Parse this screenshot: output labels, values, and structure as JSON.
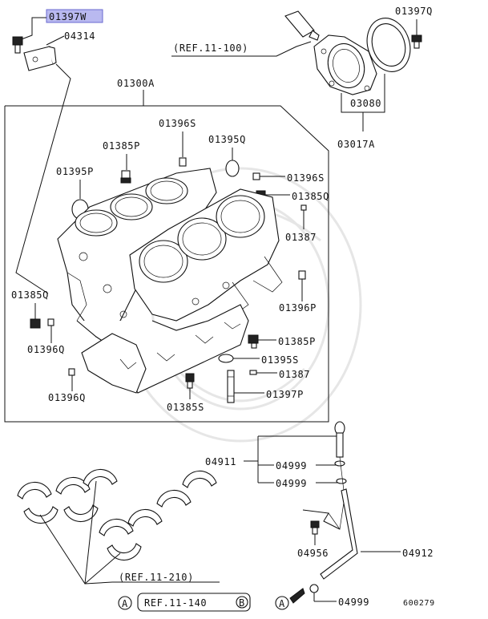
{
  "labels": {
    "p01397W": "01397W",
    "p04314": "04314",
    "ref_11_100": "(REF.11-100)",
    "p01397Q": "01397Q",
    "p03080": "03080",
    "p03017A": "03017A",
    "p01300A": "01300A",
    "p01396S_top": "01396S",
    "p01385P_top": "01385P",
    "p01395Q_top": "01395Q",
    "p01395P": "01395P",
    "p01396S_right": "01396S",
    "p01385Q_right": "01385Q",
    "p01387_right": "01387",
    "p01396P": "01396P",
    "p01385Q_left": "01385Q",
    "p01396Q_left": "01396Q",
    "p01385P_right": "01385P",
    "p01395S": "01395S",
    "p01387_lower": "01387",
    "p01396Q_bottom": "01396Q",
    "p01385S": "01385S",
    "p01397P": "01397P",
    "p04911": "04911",
    "p04999_a": "04999",
    "p04999_b": "04999",
    "p04956": "04956",
    "p04912": "04912",
    "p04999_c": "04999",
    "ref_11_210": "(REF.11-210)",
    "ref_11_140": "REF.11-140",
    "callout_a": "A",
    "callout_b": "B",
    "callout_a_small": "A",
    "diagram_id": "600279"
  },
  "colors": {
    "highlight": "#b9b9f0",
    "line": "#111111",
    "watermark": "#e6e6e6"
  }
}
